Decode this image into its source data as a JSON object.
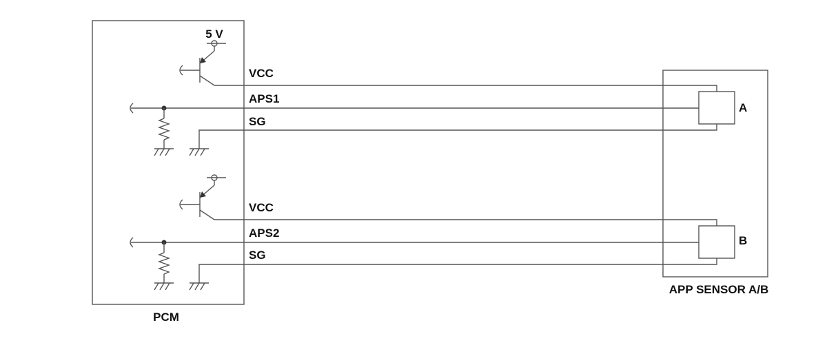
{
  "pcm": {
    "label": "PCM"
  },
  "sensor": {
    "label": "APP SENSOR A/B"
  },
  "supply": {
    "label": "5 V"
  },
  "circuits": [
    {
      "vcc_label": "VCC",
      "signal_label": "APS1",
      "ground_label": "SG",
      "element_label": "A"
    },
    {
      "vcc_label": "VCC",
      "signal_label": "APS2",
      "ground_label": "SG",
      "element_label": "B"
    }
  ],
  "colors": {
    "line": "#555555",
    "text": "#111111",
    "background": "#ffffff"
  }
}
